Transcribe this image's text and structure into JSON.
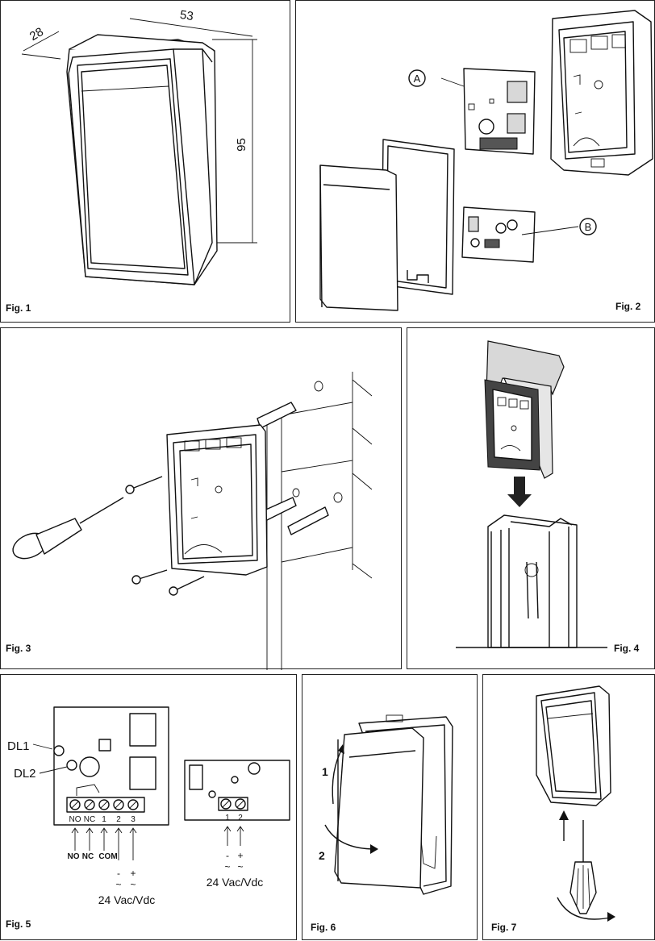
{
  "figures": {
    "fig1": {
      "label": "Fig. 1",
      "dim_depth": "28",
      "dim_width": "53",
      "dim_height": "95"
    },
    "fig2": {
      "label": "Fig. 2",
      "callout_a": "A",
      "callout_b": "B"
    },
    "fig3": {
      "label": "Fig. 3"
    },
    "fig4": {
      "label": "Fig. 4"
    },
    "fig5": {
      "label": "Fig. 5",
      "led1": "DL1",
      "led2": "DL2",
      "left_terminals": [
        "NO",
        "NC",
        "1",
        "2",
        "3"
      ],
      "left_wire_labels": [
        "NO",
        "NC",
        "COM"
      ],
      "minus": "-",
      "plus": "+",
      "tilde": "~",
      "supply_left": "24 Vac/Vdc",
      "right_terminals": [
        "1",
        "2"
      ],
      "supply_right": "24 Vac/Vdc"
    },
    "fig6": {
      "label": "Fig. 6",
      "step1": "1",
      "step2": "2"
    },
    "fig7": {
      "label": "Fig. 7"
    }
  }
}
